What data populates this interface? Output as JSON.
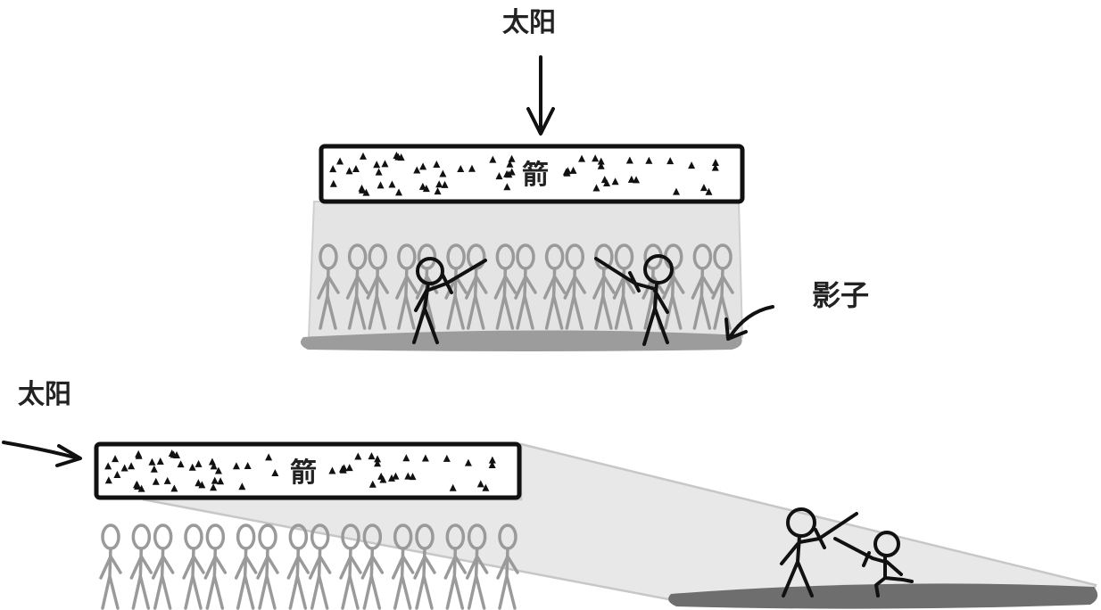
{
  "top_panel": {
    "sun_label": "太阳",
    "arrows_label": "箭",
    "shadow_label": "影子"
  },
  "bottom_panel": {
    "sun_label": "太阳",
    "arrows_label": "箭"
  },
  "colors": {
    "ink": "#111111",
    "crowd": "#9a9a9a",
    "light_shadow": "#e2e2e2",
    "dark_shadow": "#8c8c8c",
    "bar_fill": "#ffffff"
  }
}
